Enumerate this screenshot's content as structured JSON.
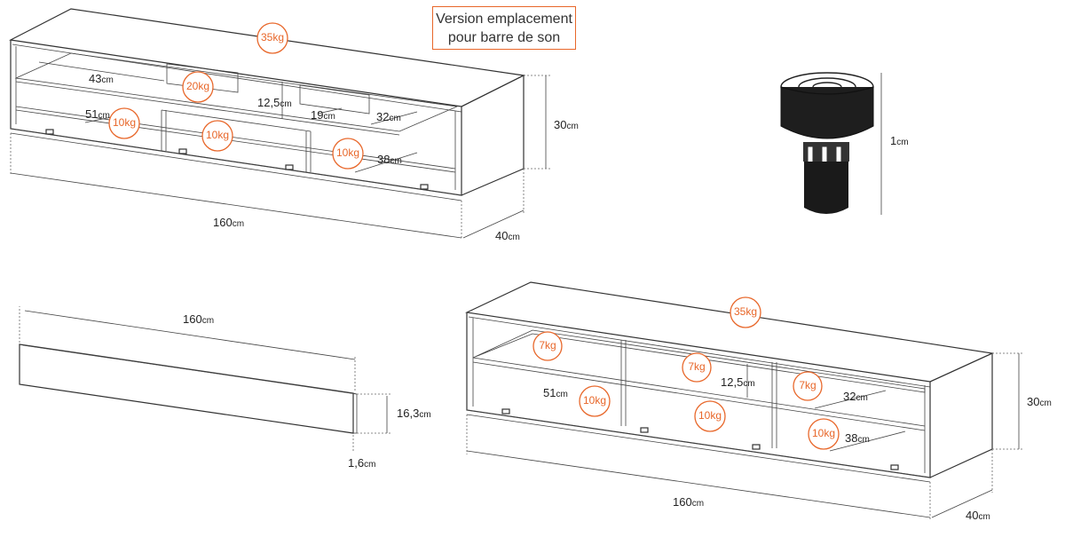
{
  "note": {
    "line1": "Version emplacement",
    "line2": "pour barre de son"
  },
  "top_cabinet": {
    "weights": {
      "top": "35kg",
      "drawer": "20kg",
      "left": "10kg",
      "middle": "10kg",
      "right": "10kg"
    },
    "dims": {
      "d43": "43",
      "d51": "51",
      "d125": "12,5",
      "d19": "19",
      "d32": "32",
      "d38": "38",
      "d30": "30",
      "d160": "160",
      "d40": "40"
    }
  },
  "foot": {
    "height": "1",
    "unit": "cm"
  },
  "panel": {
    "width": "160",
    "height": "16,3",
    "thickness": "1,6"
  },
  "bottom_cabinet": {
    "weights": {
      "top": "35kg",
      "s1": "7kg",
      "s2": "7kg",
      "s3": "7kg",
      "b1": "10kg",
      "b2": "10kg",
      "b3": "10kg"
    },
    "dims": {
      "d51": "51",
      "d125": "12,5",
      "d32": "32",
      "d38": "38",
      "d30": "30",
      "d160": "160",
      "d40": "40"
    }
  },
  "unit": "cm"
}
